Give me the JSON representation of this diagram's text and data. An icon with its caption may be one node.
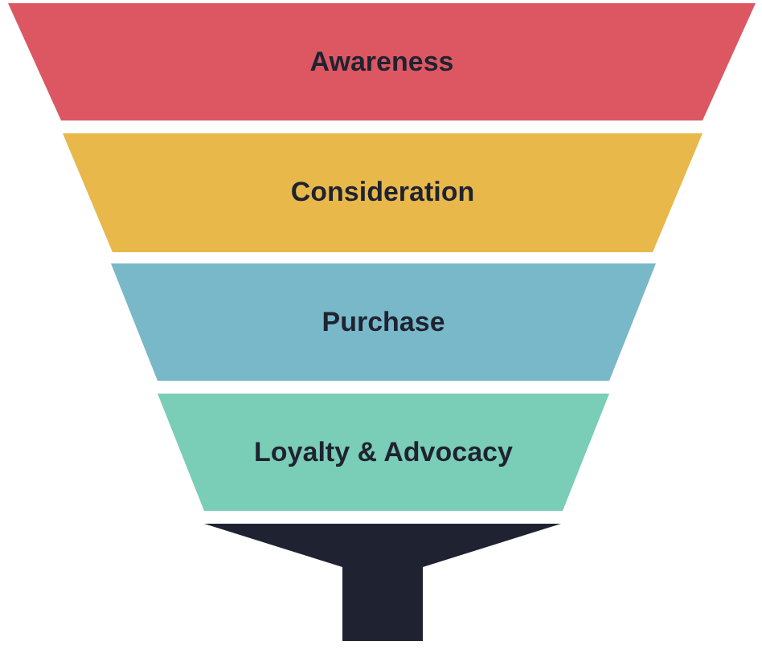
{
  "diagram": {
    "nodes": [
      {
        "text": [
          "Awareness"
        ]
      },
      {
        "text": [
          "Consideration"
        ]
      },
      {
        "text": [
          "Purchase"
        ]
      },
      {
        "text": [
          "Loyalty & Advocacy"
        ]
      },
      {
        "text": [],
        "shape": "funnel"
      }
    ]
  }
}
